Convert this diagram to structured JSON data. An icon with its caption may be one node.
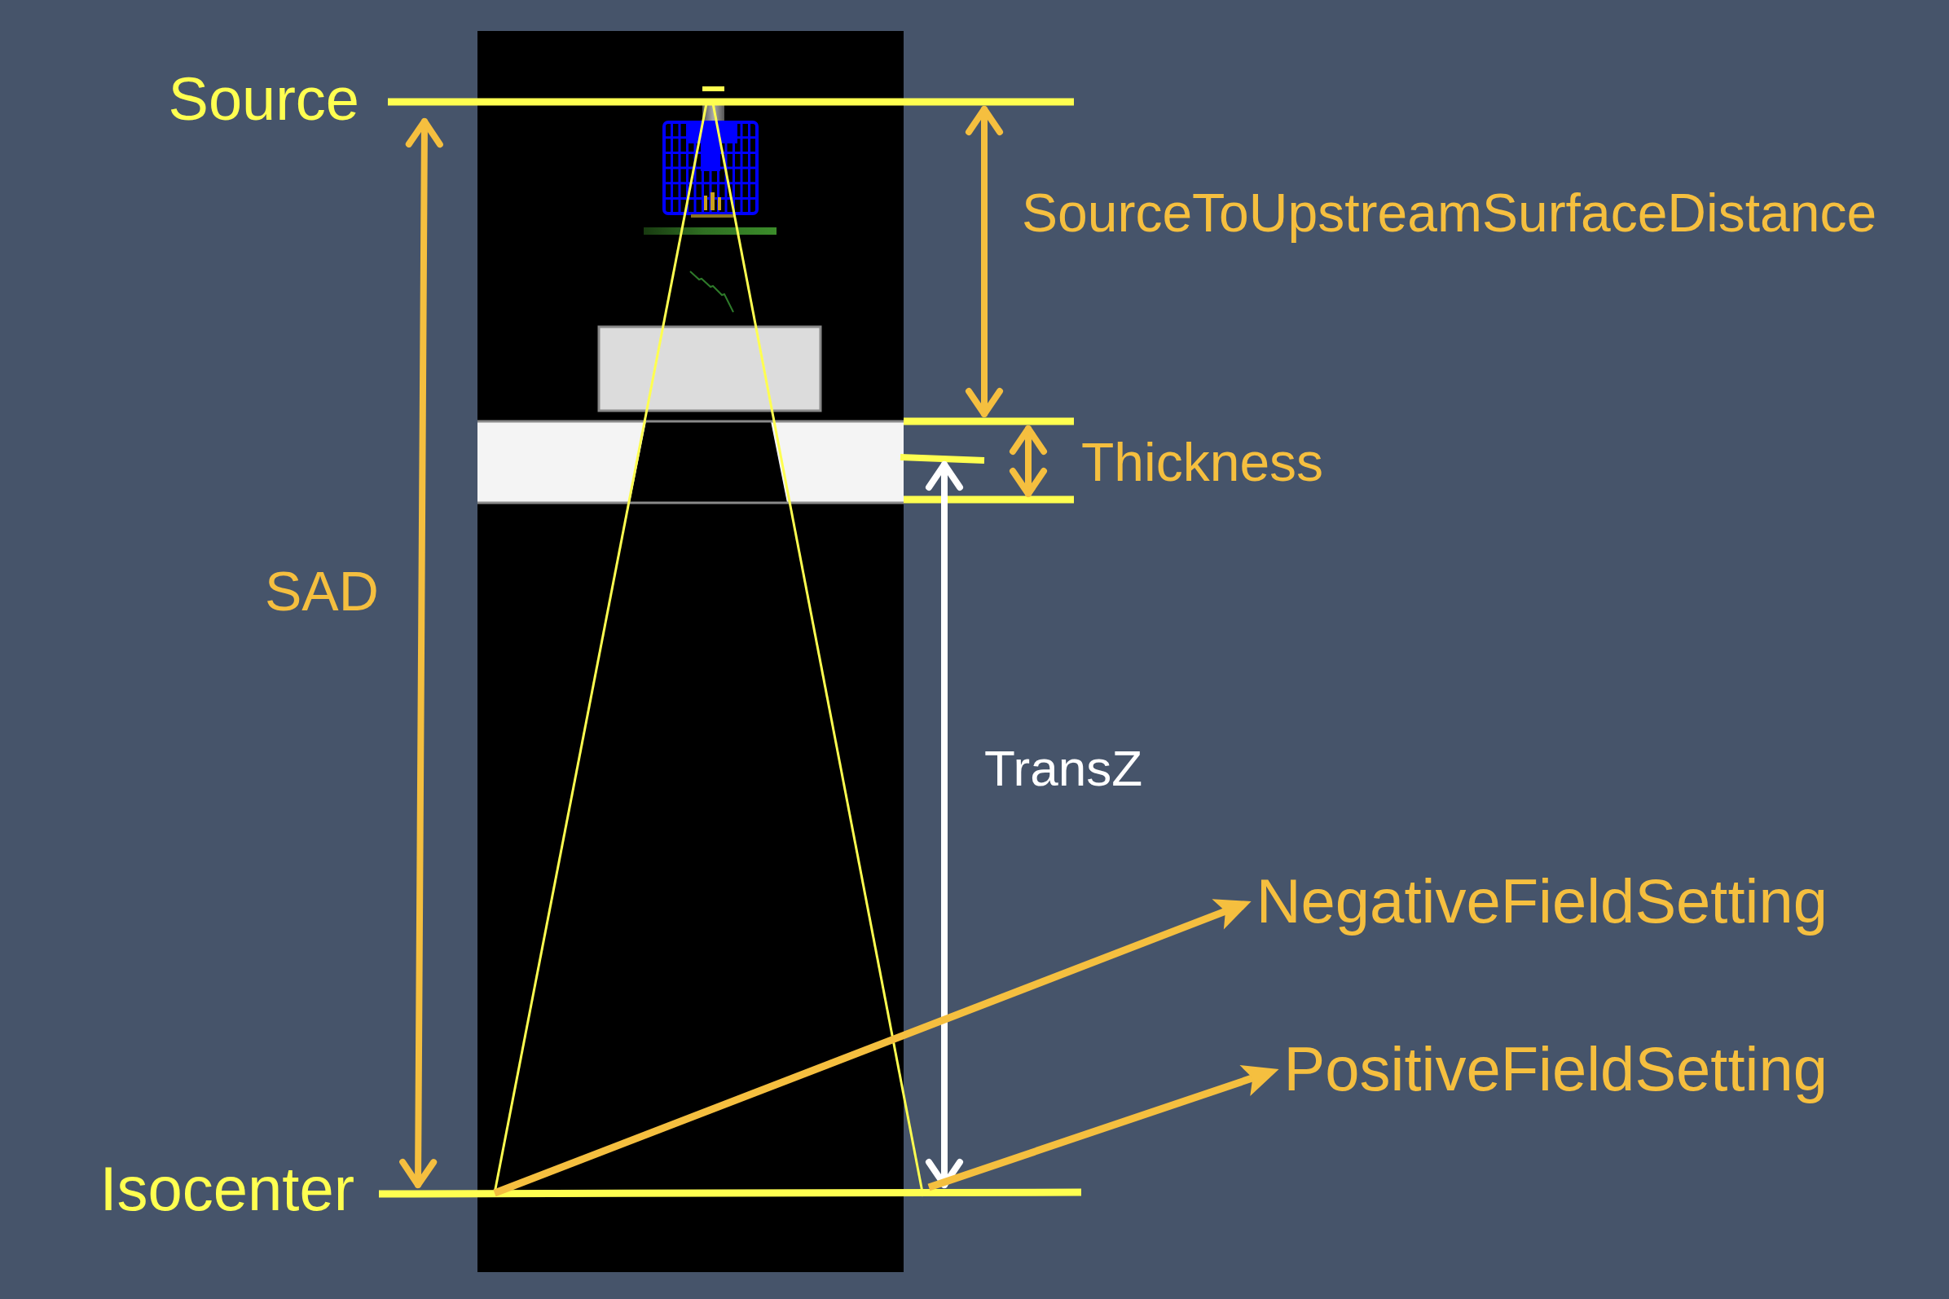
{
  "diagram": {
    "nodes": [
      {
        "text": [
          "NegativeFieldSetting"
        ]
      },
      {
        "text": [
          "PositiveFieldSetting"
        ]
      }
    ],
    "edges": [
      {
        "from": null,
        "to": 0,
        "arrow": "to"
      },
      {
        "from": null,
        "to": 1,
        "arrow": "to"
      }
    ],
    "labels": [
      "Source",
      "SourceToUpstreamSurfaceDistance",
      "Thickness",
      "SAD",
      "TransZ",
      "Isocenter"
    ]
  }
}
